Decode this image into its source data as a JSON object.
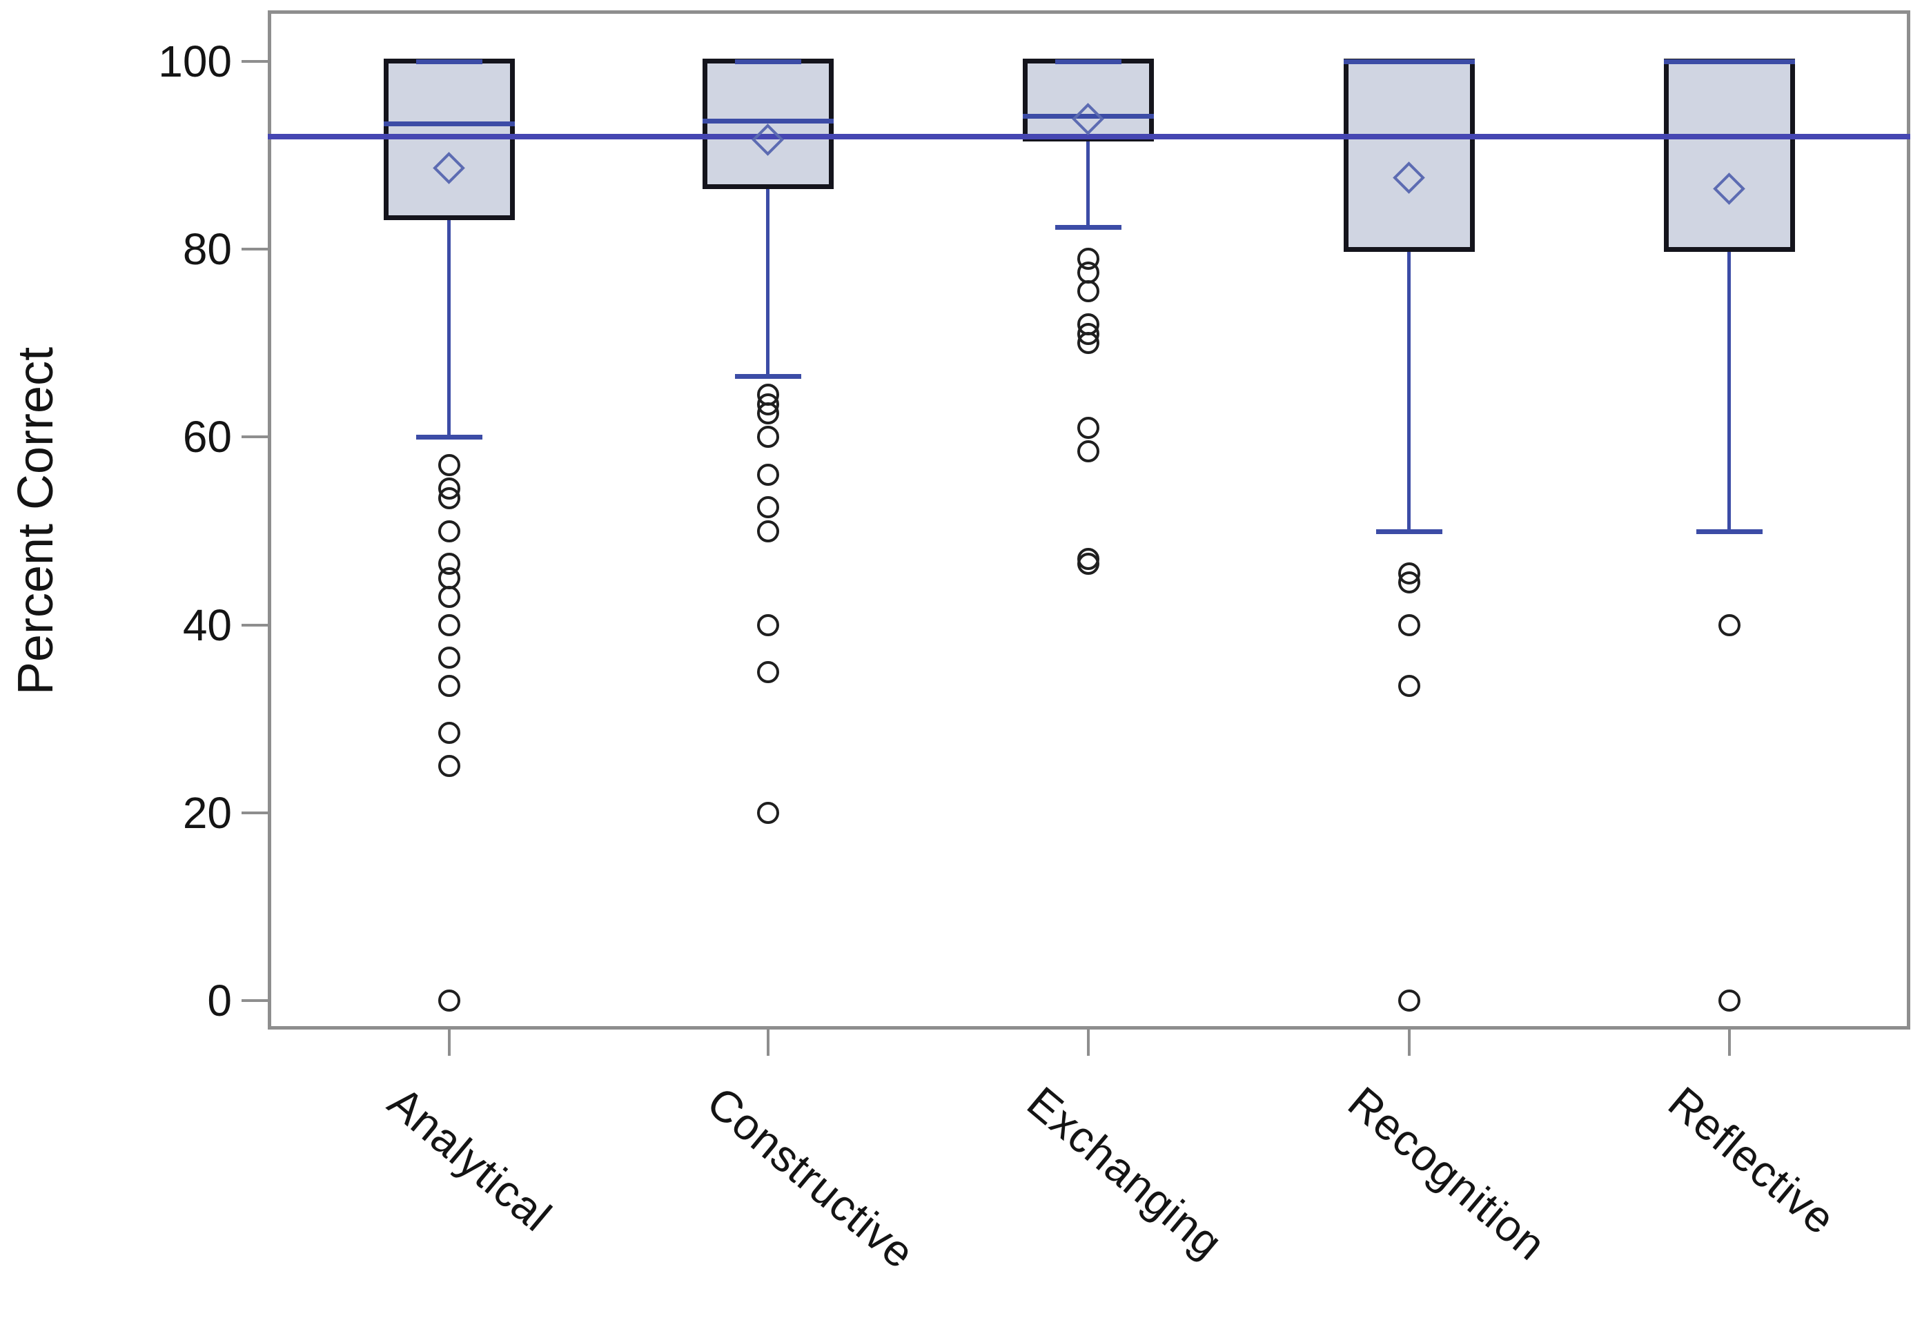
{
  "chart_data": {
    "type": "box",
    "title": "",
    "xlabel": "",
    "ylabel": "Percent Correct",
    "ylim": [
      0,
      100
    ],
    "yticks": [
      0,
      20,
      40,
      60,
      80,
      100
    ],
    "grid": false,
    "legend": false,
    "reference_line": {
      "value": 92,
      "orientation": "horizontal"
    },
    "categories": [
      "Analytical",
      "Constructive",
      "Exchanging",
      "Recognition",
      "Reflective"
    ],
    "series": [
      {
        "name": "Analytical",
        "max": 100,
        "q3": 100,
        "median": 93.4,
        "mean": 88.6,
        "q1": 83.4,
        "whisker_low": 60,
        "outliers": [
          57,
          54.5,
          53.5,
          50,
          46.5,
          45,
          43,
          40,
          36.5,
          33.5,
          28.5,
          25,
          0
        ]
      },
      {
        "name": "Constructive",
        "max": 100,
        "q3": 100,
        "median": 93.7,
        "mean": 91.6,
        "q1": 86.7,
        "whisker_low": 66.5,
        "outliers": [
          64.5,
          63.5,
          62.5,
          60,
          56,
          52.5,
          50,
          40,
          35,
          20
        ]
      },
      {
        "name": "Exchanging",
        "max": 100,
        "q3": 100,
        "median": 94.2,
        "mean": 93.8,
        "q1": 91.8,
        "whisker_low": 82.4,
        "outliers": [
          79,
          77.5,
          75.5,
          72,
          71,
          70,
          61,
          58.5,
          47,
          46.5
        ]
      },
      {
        "name": "Recognition",
        "max": 100,
        "q3": 100,
        "median": 100,
        "mean": 87.6,
        "q1": 80,
        "whisker_low": 50,
        "outliers": [
          45.5,
          44.5,
          40,
          33.5,
          0
        ]
      },
      {
        "name": "Reflective",
        "max": 100,
        "q3": 100,
        "median": 100,
        "mean": 86.4,
        "q1": 80,
        "whisker_low": 50,
        "outliers": [
          40,
          0
        ]
      }
    ],
    "colors": {
      "box_fill": "#d0d5e2",
      "box_border": "#14141c",
      "box_line": "#3c4ca6",
      "reference_line": "#4546b2",
      "mean_diamond": "#5c6bb2",
      "outlier": "#1f1f1f",
      "axis": "#8e8e8e",
      "text": "#141414"
    }
  }
}
